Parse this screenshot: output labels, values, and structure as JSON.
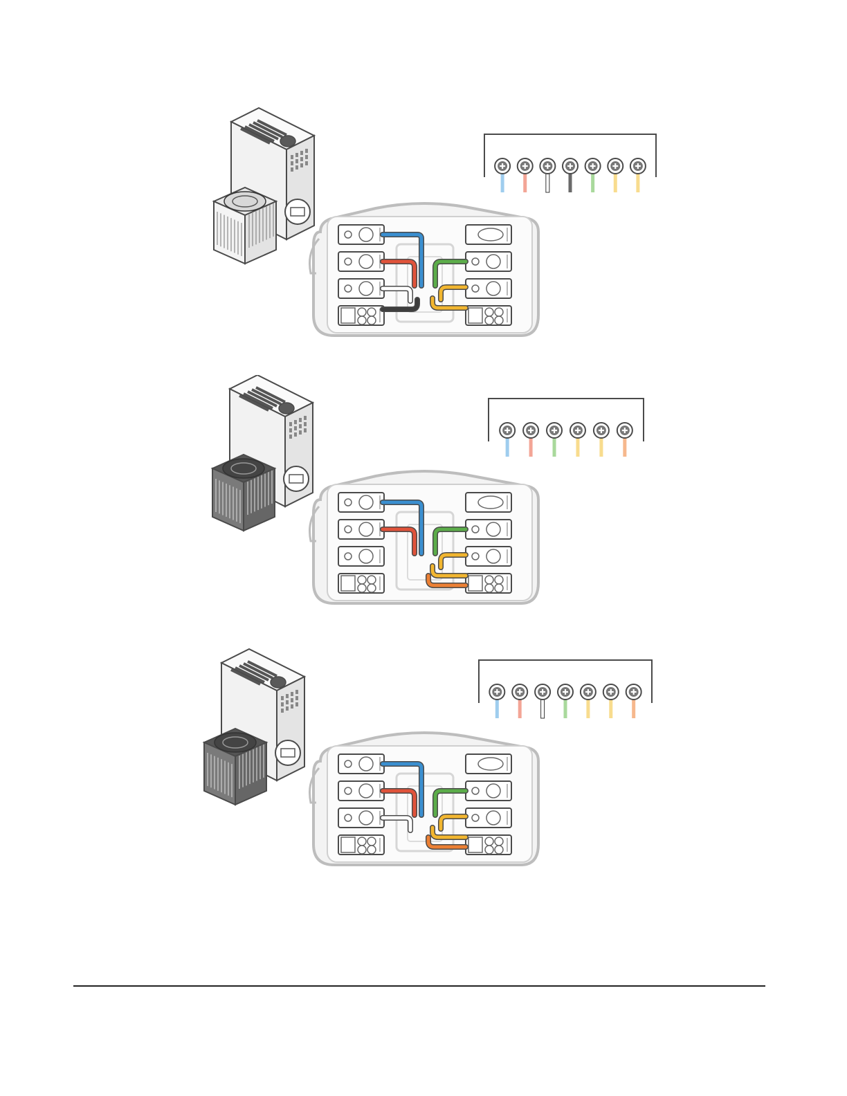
{
  "colors": {
    "blue": "#3a8fd0",
    "red": "#e0533a",
    "white": "#ffffff",
    "black": "#3d3d3d",
    "green": "#5cad4a",
    "yellow": "#f2b630",
    "orange": "#ec8034",
    "outline": "#4a4a4a",
    "panel_bg": "#f3f3f3",
    "panel_edge": "#bdbdbd",
    "unit_body": "#f2f2f2",
    "unit_dark": "#5a5a5a"
  },
  "diagrams": [
    {
      "id": "wiring-diagram-1",
      "condenser_style": "light",
      "terminal_wires": [
        "blue",
        "red",
        "white",
        "black",
        "green",
        "yellow",
        "yellow"
      ],
      "left_connections": [
        "blue",
        "red",
        "white",
        "black"
      ],
      "right_connections": [
        "green",
        "yellow",
        "yellow"
      ]
    },
    {
      "id": "wiring-diagram-2",
      "condenser_style": "dark",
      "terminal_wires": [
        "blue",
        "red",
        "green",
        "yellow",
        "yellow",
        "orange"
      ],
      "left_connections": [
        "blue",
        "red"
      ],
      "right_connections": [
        "green",
        "yellow",
        "yellow",
        "orange"
      ]
    },
    {
      "id": "wiring-diagram-3",
      "condenser_style": "dark",
      "terminal_wires": [
        "blue",
        "red",
        "white",
        "green",
        "yellow",
        "yellow",
        "orange"
      ],
      "left_connections": [
        "blue",
        "red",
        "white"
      ],
      "right_connections": [
        "green",
        "yellow",
        "yellow",
        "orange"
      ]
    }
  ]
}
